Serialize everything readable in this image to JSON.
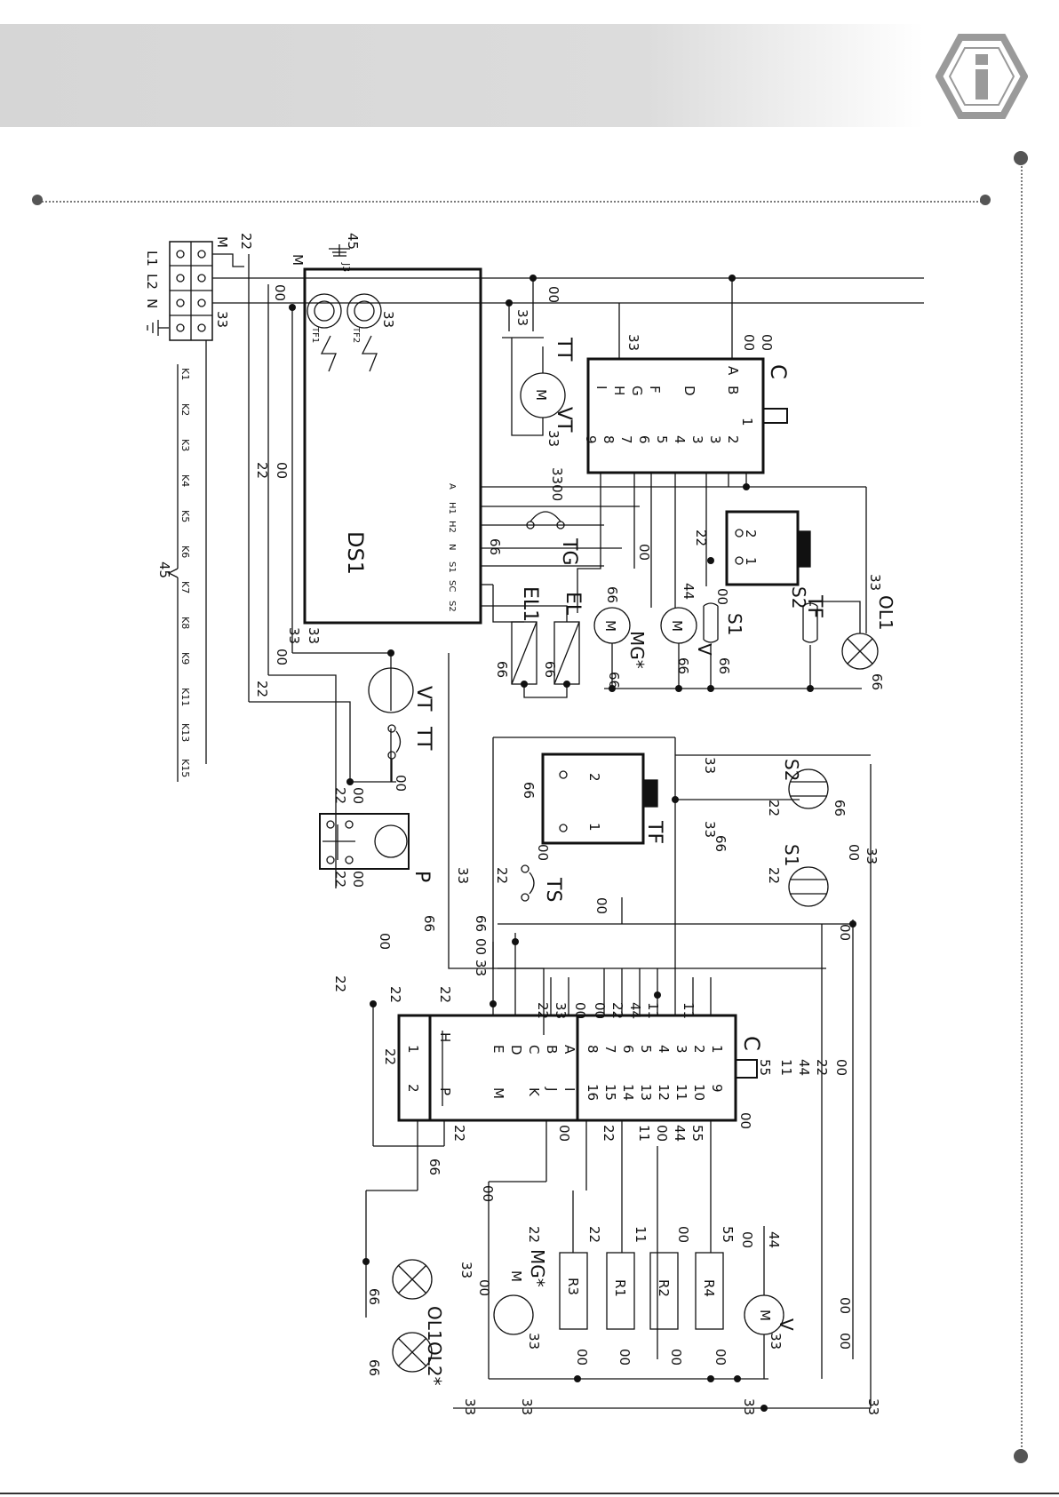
{
  "colors": {
    "band": "#d9d9d9",
    "badge": "#9a9a9a",
    "ink": "#111111",
    "dotted": "#7a7a7a"
  },
  "badge_icon": "info-icon",
  "terminal": {
    "labels": [
      "L1",
      "L2",
      "N"
    ],
    "m_top": "M",
    "wire_22": "22",
    "wire_33": "33",
    "m_label": "M",
    "wire_00": "00"
  },
  "k_labels": [
    "K1",
    "K2",
    "K3",
    "K4",
    "K5",
    "K6",
    "K7",
    "K8",
    "K9",
    "K11",
    "K13",
    "K15"
  ],
  "k_group": "45",
  "top": {
    "TT": "TT",
    "VT": "VT",
    "M": "M",
    "C": "C",
    "c_left": [
      "A",
      "B",
      "D",
      "F",
      "G",
      "H",
      "I"
    ],
    "c_right": [
      "1",
      "2",
      "3",
      "3",
      "4",
      "5",
      "6",
      "7",
      "8",
      "9"
    ],
    "DS1": "DS1",
    "TF1": "TF1",
    "TF2": "TF2",
    "J3": "J3",
    "g45": "45",
    "ds_pins": [
      "A",
      "H1",
      "H2",
      "N",
      "S1",
      "SC",
      "S2"
    ],
    "TG": "TG",
    "EL1": "EL1",
    "EL": "EL",
    "TF": "TF",
    "tf_pins": [
      "2",
      "1"
    ],
    "MG": "MG*",
    "V": "V",
    "S1": "S1",
    "S2": "S2",
    "OL1": "OL1",
    "w00": "00",
    "w22": "22",
    "w33": "33",
    "w44": "44",
    "w66": "66",
    "w3300": "3300"
  },
  "bottom": {
    "VT": "VT",
    "TT": "TT",
    "P": "P",
    "TF": "TF",
    "tf_pins": [
      "2",
      "1"
    ],
    "TS": "TS",
    "S1": "S1",
    "S2": "S2",
    "C": "C",
    "c_row_letters1": [
      "H",
      "E",
      "D",
      "C",
      "B",
      "A"
    ],
    "c_row_letters2": [
      "P",
      "M",
      "K",
      "J",
      "I"
    ],
    "c_row_nums1": [
      "8",
      "7",
      "6",
      "5",
      "4",
      "3",
      "2",
      "1"
    ],
    "c_row_nums2": [
      "16",
      "15",
      "14",
      "13",
      "12",
      "11",
      "10",
      "9"
    ],
    "c_small": [
      "1",
      "2"
    ],
    "R": [
      "R3",
      "R1",
      "R2",
      "R4"
    ],
    "MG": "MG*",
    "V": "V",
    "OL1": "OL1",
    "OL2": "OL2*",
    "w00": "00",
    "w11": "11",
    "w22": "22",
    "w33": "33",
    "w44": "44",
    "w55": "55",
    "w66": "66"
  }
}
